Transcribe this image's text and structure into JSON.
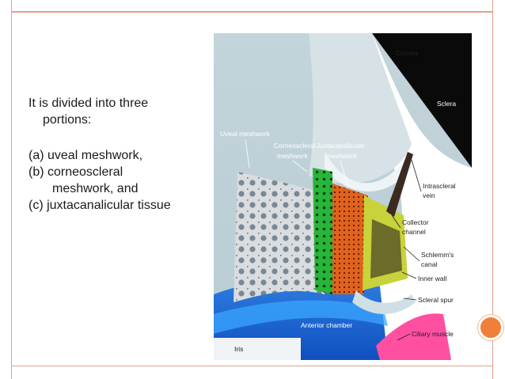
{
  "slide": {
    "lines": [
      "It is divided into three",
      "portions:",
      "(a) uveal meshwork,",
      "(b) corneoscleral",
      "meshwork, and",
      "(c) juxtacanalicular tissue"
    ]
  },
  "figure": {
    "labels": {
      "cornea": "Cornea",
      "sclera": "Sclera",
      "uveal": "Uveal meshwork",
      "corneoscleral_1": "Corneoscleral",
      "corneoscleral_2": "meshwork",
      "juxta_1": "Juxtacanalicular",
      "juxta_2": "meshwork",
      "intrascleral_1": "Intrascleral",
      "intrascleral_2": "vein",
      "collector_1": "Collector",
      "collector_2": "channel",
      "schlemm_1": "Schlemm's",
      "schlemm_2": "canal",
      "inner_wall": "Inner wall",
      "scleral_spur": "Scleral spur",
      "anterior_chamber": "Anterior chamber",
      "ciliary_muscle": "Ciliary muscle",
      "iris": "Iris"
    }
  },
  "colors": {
    "accent": "#e3a08a",
    "page_dot": "#f07f3a"
  }
}
